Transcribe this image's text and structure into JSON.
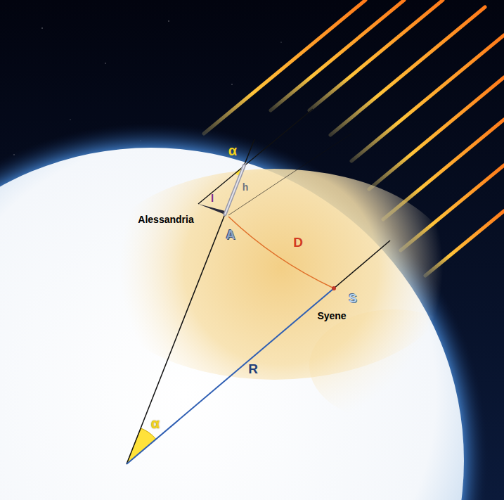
{
  "diagram": {
    "labels": [
      "α",
      "l",
      "h",
      "Alessandria",
      "A",
      "D",
      "S",
      "Syene",
      "R",
      "α"
    ]
  }
}
